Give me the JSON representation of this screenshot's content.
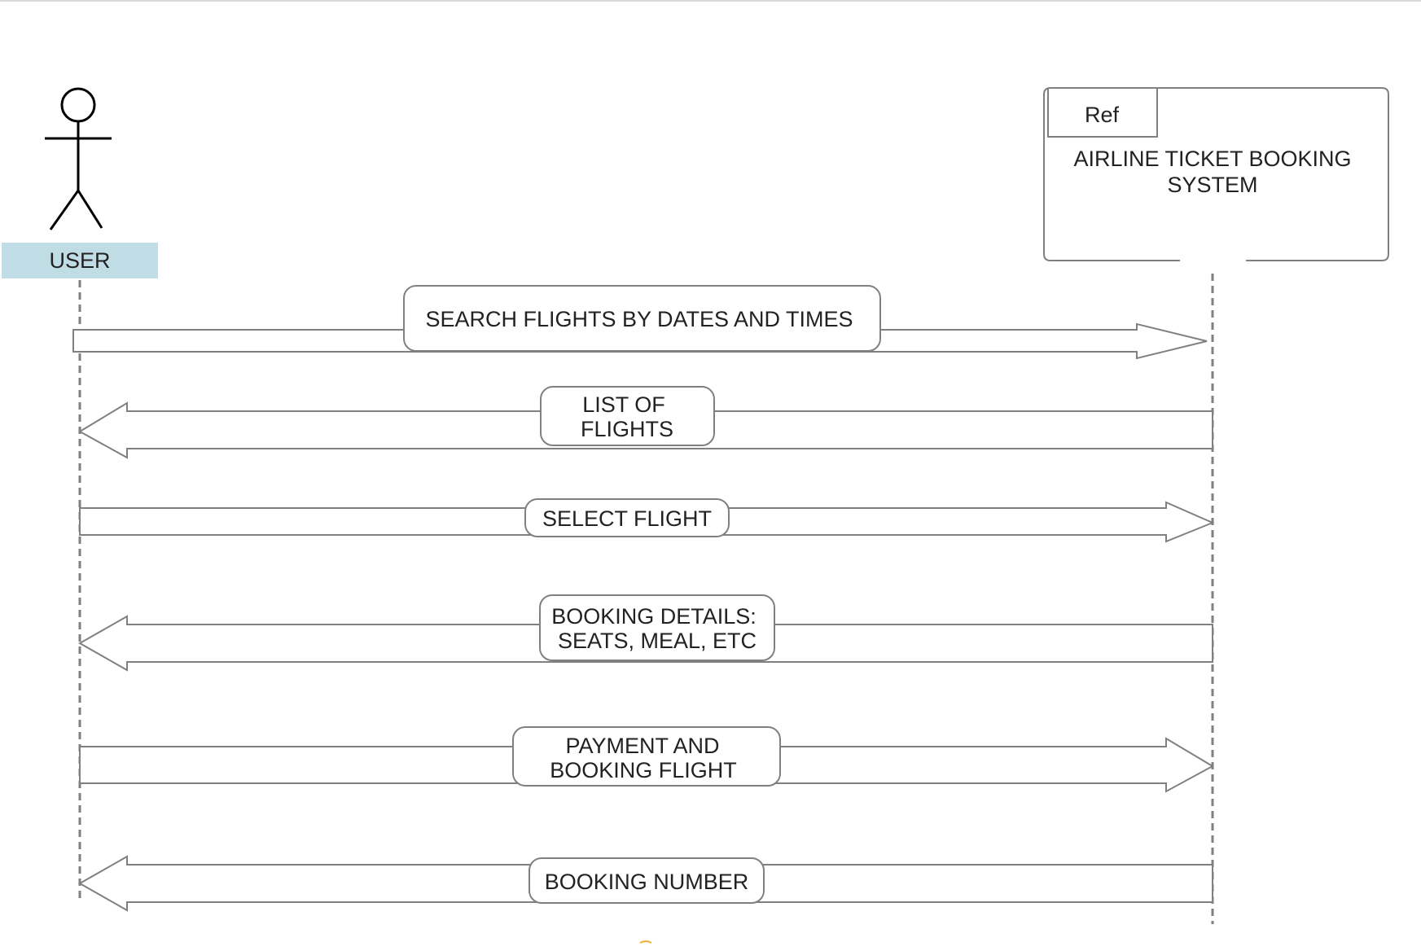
{
  "actor": {
    "name": "USER"
  },
  "system": {
    "tag": "Ref",
    "title_lines": [
      "AIRLINE TICKET BOOKING",
      "SYSTEM"
    ]
  },
  "messages": [
    {
      "direction": "to-system",
      "lines": [
        "SEARCH FLIGHTS BY DATES AND TIMES"
      ]
    },
    {
      "direction": "to-user",
      "lines": [
        "LIST OF",
        "FLIGHTS"
      ]
    },
    {
      "direction": "to-system",
      "lines": [
        "SELECT FLIGHT"
      ]
    },
    {
      "direction": "to-user",
      "lines": [
        "BOOKING DETAILS:",
        "SEATS, MEAL, ETC"
      ]
    },
    {
      "direction": "to-system",
      "lines": [
        "PAYMENT AND",
        "BOOKING FLIGHT"
      ]
    },
    {
      "direction": "to-user",
      "lines": [
        "BOOKING NUMBER"
      ]
    }
  ],
  "colors": {
    "actor_label_bg": "#c0dde6",
    "line": "#808080",
    "lifeline": "#7f7f7f",
    "text": "#222222"
  }
}
